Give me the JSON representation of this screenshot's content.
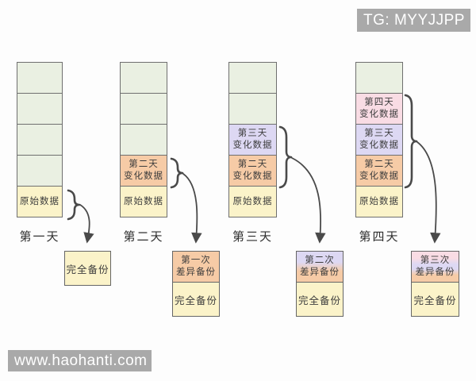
{
  "watermarks": {
    "top": "TG: MYYJJPP",
    "bottom": "www.haohanti.com"
  },
  "colors": {
    "unused_block": "#eaf0e2",
    "original_data": "#fbf3c9",
    "day2_change": "#f6cba6",
    "day3_change": "#ddd8f3",
    "day4_change": "#f9dce4",
    "stroke": "#4a4a4a",
    "watermark_bg": "#a9a9a9"
  },
  "columns": [
    {
      "day_label": "第一天",
      "cells": [
        {
          "text": ""
        },
        {
          "text": ""
        },
        {
          "text": ""
        },
        {
          "text": ""
        },
        {
          "text": "原始数据"
        }
      ],
      "backup": {
        "full": "完全备份"
      }
    },
    {
      "day_label": "第二天",
      "cells": [
        {
          "text": ""
        },
        {
          "text": ""
        },
        {
          "text": ""
        },
        {
          "text": "第二天\n变化数据"
        },
        {
          "text": "原始数据"
        }
      ],
      "backup": {
        "diff": "第一次\n差异备份",
        "full": "完全备份"
      }
    },
    {
      "day_label": "第三天",
      "cells": [
        {
          "text": ""
        },
        {
          "text": ""
        },
        {
          "text": "第三天\n变化数据"
        },
        {
          "text": "第二天\n变化数据"
        },
        {
          "text": "原始数据"
        }
      ],
      "backup": {
        "diff": "第二次\n差异备份",
        "full": "完全备份"
      }
    },
    {
      "day_label": "第四天",
      "cells": [
        {
          "text": ""
        },
        {
          "text": "第四天\n变化数据"
        },
        {
          "text": "第三天\n变化数据"
        },
        {
          "text": "第二天\n变化数据"
        },
        {
          "text": "原始数据"
        }
      ],
      "backup": {
        "diff": "第三次\n差异备份",
        "full": "完全备份"
      }
    }
  ]
}
